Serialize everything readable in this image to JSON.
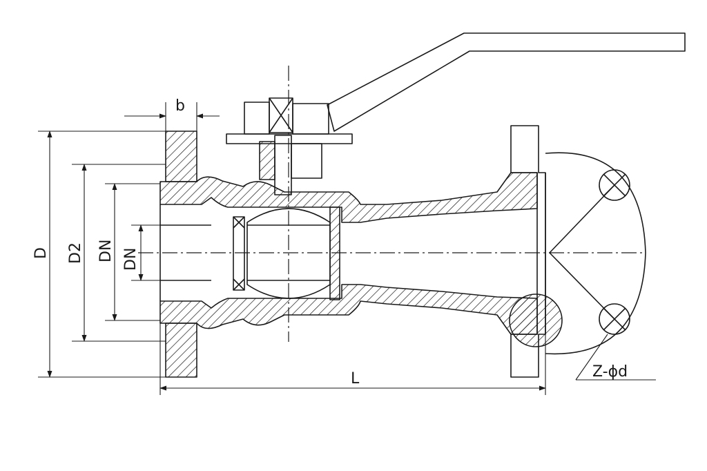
{
  "diagram": {
    "kind": "ball valve cross-section drawing",
    "line_color": "#1a1a1a",
    "background": "#ffffff"
  },
  "labels": {
    "b": "b",
    "D": "D",
    "D2": "D2",
    "DN_outer": "DN",
    "DN_inner": "DN",
    "L": "L",
    "Z_phi_d": "Z-ϕd"
  }
}
